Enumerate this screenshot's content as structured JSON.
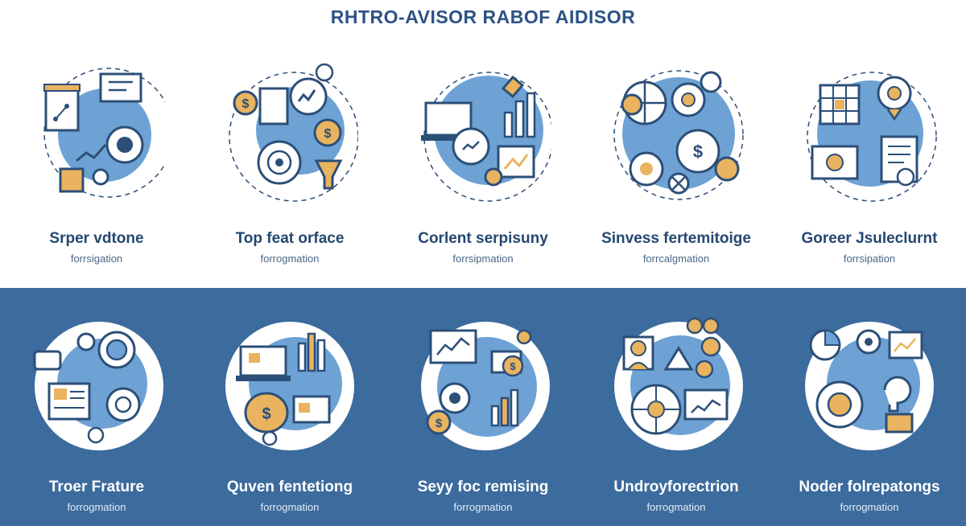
{
  "header": {
    "title": "RHTRO-AVISOR RABOF AIDISOR"
  },
  "colors": {
    "accent_blue": "#5b94cb",
    "navy": "#2c4f78",
    "gold": "#e9b35f",
    "band": "#3c6b9d"
  },
  "row1": [
    {
      "name": "Srper vdtone",
      "sub": "forrsigation",
      "icons": [
        "flowchart-icon",
        "chat-icon",
        "target-icon",
        "bar-chart-icon",
        "coin-icon"
      ]
    },
    {
      "name": "Top feat orface",
      "sub": "forrogmation",
      "icons": [
        "dollar-coin-icon",
        "document-icon",
        "chart-icon",
        "spiral-target-icon",
        "funnel-icon"
      ]
    },
    {
      "name": "Corlent serpisuny",
      "sub": "forrsipmation",
      "icons": [
        "laptop-icon",
        "bar-chart-icon",
        "presenter-icon",
        "line-chart-icon",
        "magnifier-icon"
      ]
    },
    {
      "name": "Sinvess fertemitoige",
      "sub": "forrcalgmation",
      "icons": [
        "ledger-icon",
        "dollar-coin-icon",
        "gear-icon",
        "people-icon",
        "pie-icon"
      ]
    },
    {
      "name": "Goreer Jsuleclurnt",
      "sub": "forrsipation",
      "icons": [
        "grid-board-icon",
        "gear-dollar-icon",
        "monitor-icon",
        "document-icon",
        "coin-icon"
      ]
    }
  ],
  "row2": [
    {
      "name": "Troer Frature",
      "sub": "forrogmation",
      "icons": [
        "speech-bubble-icon",
        "magnifier-icon",
        "document-icon",
        "gear-icon"
      ]
    },
    {
      "name": "Quven fentetiong",
      "sub": "forrogmation",
      "icons": [
        "laptop-icon",
        "bar-chart-icon",
        "money-bag-icon",
        "card-icon"
      ]
    },
    {
      "name": "Seyy foc remising",
      "sub": "forrogmation",
      "icons": [
        "presentation-board-icon",
        "gear-icon",
        "dollar-coin-icon",
        "bar-chart-icon"
      ]
    },
    {
      "name": "Undroyforectrion",
      "sub": "forrogmation",
      "icons": [
        "person-icon",
        "coin-stack-icon",
        "target-icon",
        "browser-chart-icon"
      ]
    },
    {
      "name": "Noder folrepatongs",
      "sub": "forrogmation",
      "icons": [
        "pie-chart-icon",
        "gear-icon",
        "lightbulb-icon",
        "board-icon"
      ]
    }
  ]
}
